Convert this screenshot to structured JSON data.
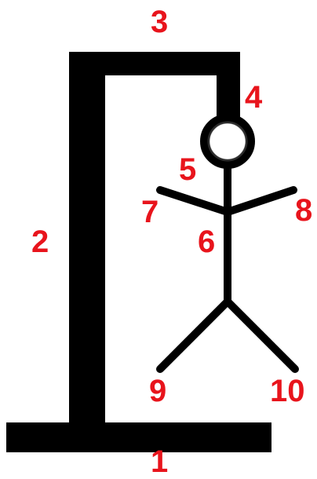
{
  "colors": {
    "ink": "#000000",
    "label": "#e8141c",
    "head_gray": "#4a4a4a",
    "background": "#ffffff"
  },
  "labels": {
    "base": "1",
    "post": "2",
    "beam": "3",
    "rope": "4",
    "head": "5",
    "body": "6",
    "left_arm": "7",
    "right_arm": "8",
    "left_leg": "9",
    "right_leg": "10"
  }
}
